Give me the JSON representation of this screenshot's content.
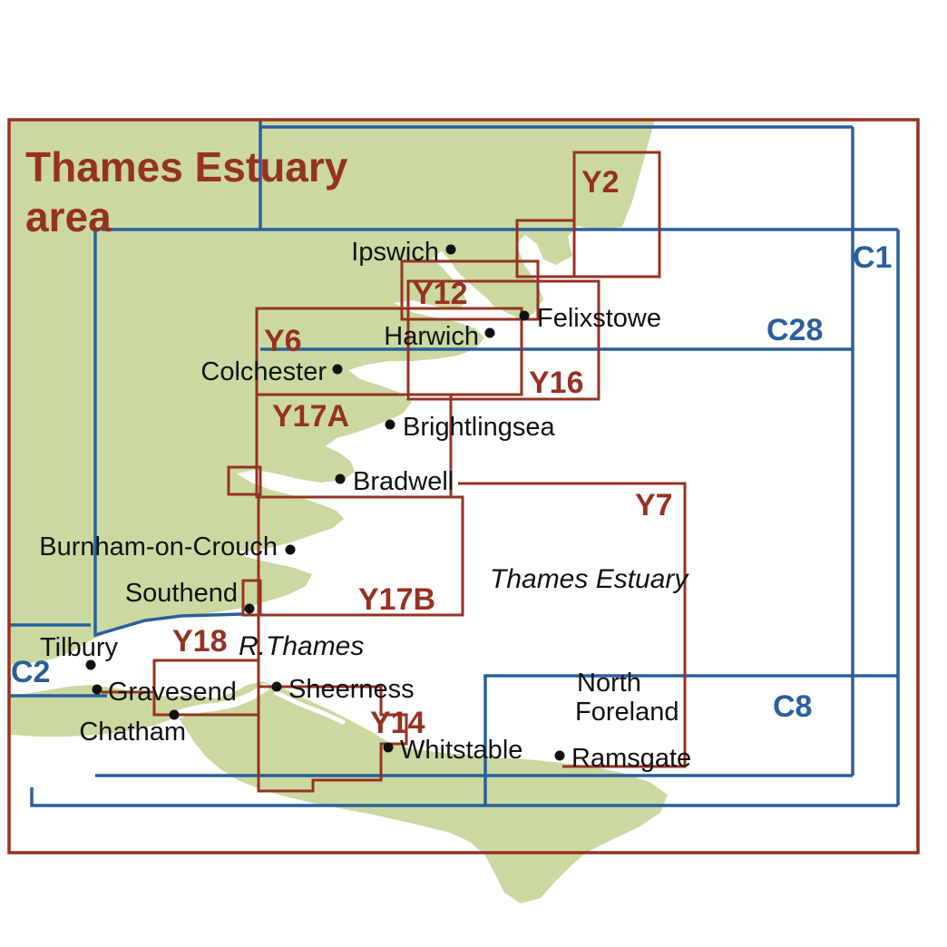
{
  "map": {
    "title_line1": "Thames Estuary",
    "title_line2": "area"
  },
  "colors": {
    "land": "#cbd9a1",
    "sea": "#ffffff",
    "y_chart_red": "#963222",
    "c_chart_blue": "#2a5f9e",
    "place_text": "#111111"
  },
  "y_charts": {
    "y2": "Y2",
    "y12": "Y12",
    "y6": "Y6",
    "y16": "Y16",
    "y17a": "Y17A",
    "y7": "Y7",
    "y17b": "Y17B",
    "y18": "Y18",
    "y14": "Y14"
  },
  "c_charts": {
    "c1": "C1",
    "c28": "C28",
    "c2": "C2",
    "c8": "C8"
  },
  "places": {
    "ipswich": "Ipswich",
    "harwich": "Harwich",
    "felixstowe": "Felixstowe",
    "colchester": "Colchester",
    "brightlingsea": "Brightlingsea",
    "bradwell": "Bradwell",
    "burnham": "Burnham-on-Crouch",
    "southend": "Southend",
    "tilbury": "Tilbury",
    "gravesend": "Gravesend",
    "chatham": "Chatham",
    "sheerness": "Sheerness",
    "whitstable": "Whitstable",
    "ramsgate": "Ramsgate",
    "north_foreland_line1": "North",
    "north_foreland_line2": "Foreland"
  },
  "water_labels": {
    "thames_estuary": "Thames Estuary",
    "r_thames": "R.Thames"
  }
}
